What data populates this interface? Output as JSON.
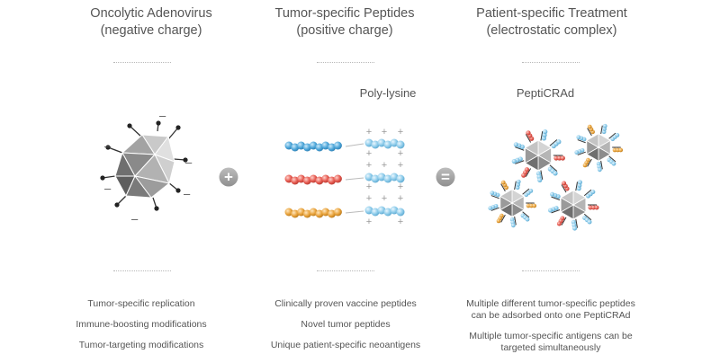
{
  "columns": [
    {
      "title_line1": "Oncolytic Adenovirus",
      "title_line2": "(negative charge)",
      "bullets": [
        "Tumor-specific replication",
        "Immune-boosting modifications",
        "Tumor-targeting modifications"
      ]
    },
    {
      "title_line1": "Tumor-specific Peptides",
      "title_line2": "(positive charge)",
      "bullets": [
        "Clinically proven vaccine peptides",
        "Novel tumor peptides",
        "Unique patient-specific neoantigens"
      ]
    },
    {
      "title_line1": "Patient-specific Treatment",
      "title_line2": "(electrostatic complex)",
      "bullets_multiline": [
        [
          "Multiple different tumor-specific peptides",
          "can be adsorbed onto one PeptiCRAd"
        ],
        [
          "Multiple tumor-specific antigens can be",
          "targeted simultaneously"
        ]
      ]
    }
  ],
  "labels": {
    "polylysine": "Poly-lysine",
    "pepticrad": "PeptiCRAd",
    "plus_operator": "+",
    "equals_operator": "=",
    "minus_sign": "–",
    "plus_sign": "+"
  },
  "colors": {
    "blue": "#4da6d9",
    "red": "#e65a50",
    "orange": "#e8a23a",
    "light_blue": "#8ccbea",
    "virus_dark": "#6e6e6e",
    "virus_light": "#d6d6d6",
    "operator": "#a8a8a8"
  },
  "icons": [
    "adenovirus-icon",
    "peptide-chain-icon",
    "polylysine-chain-icon",
    "pepticrad-complex-icon",
    "plus-circle-icon",
    "equals-circle-icon"
  ]
}
